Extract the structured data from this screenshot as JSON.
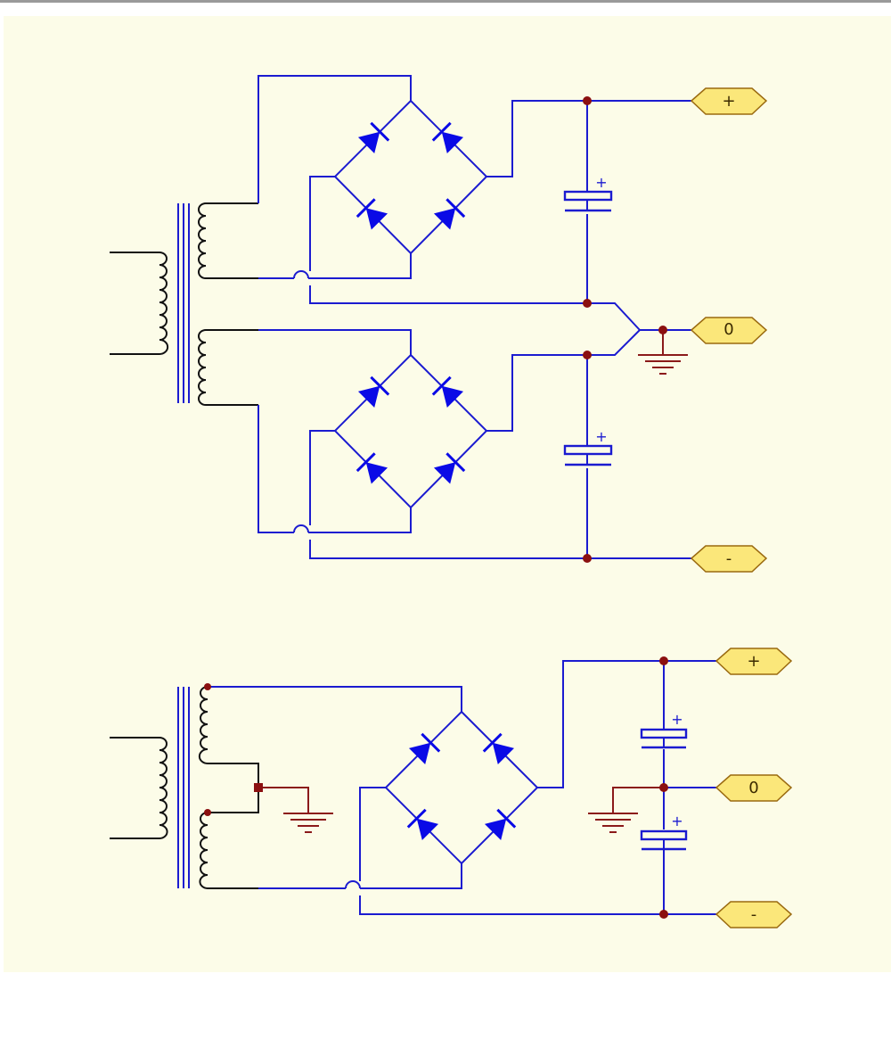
{
  "colors": {
    "background": "#fcfce8",
    "wire": "#1b1bd0",
    "diode": "#0a0ae6",
    "ground": "#8b1a1a",
    "junction": "#8b1010",
    "port_fill": "#fbe77a"
  },
  "ports": {
    "top_plus": "+",
    "top_zero": "0",
    "top_minus": "-",
    "bottom_plus": "+",
    "bottom_zero": "0",
    "bottom_minus": "-"
  },
  "capacitor_polarity": "+",
  "icons": [
    "transformer-icon",
    "diode-icon",
    "capacitor-icon",
    "ground-icon",
    "junction-dot",
    "port-tag"
  ]
}
